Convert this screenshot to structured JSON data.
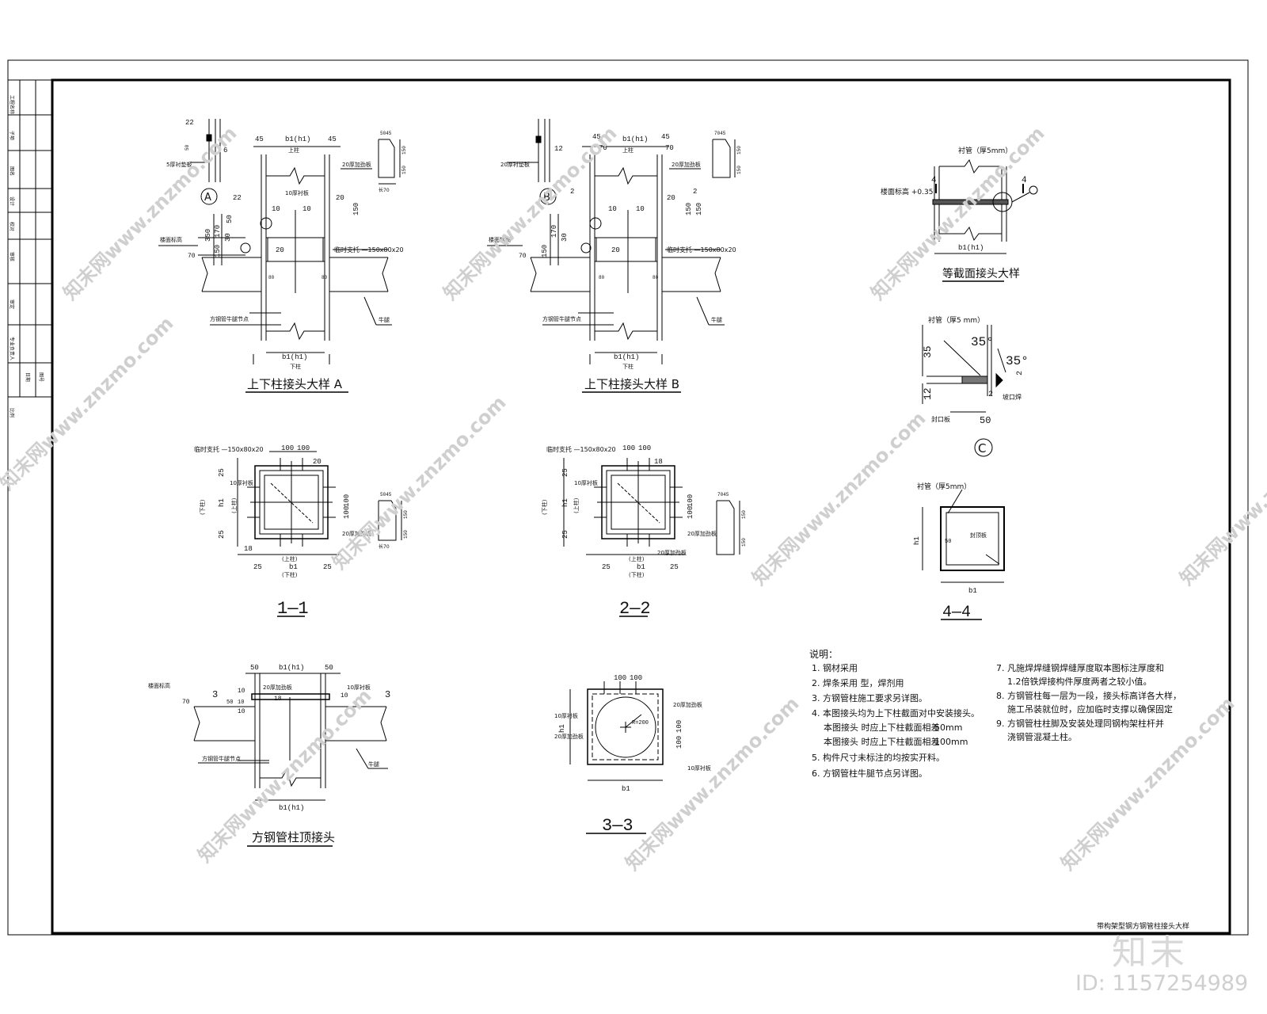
{
  "drawing": {
    "title_block": "带构架型钢方钢管柱接头大样",
    "detail_A": {
      "title": "上下柱接头大样    A",
      "bubble": "A",
      "top_label": "上柱",
      "bottom_label": "下柱",
      "dim_top": [
        "45",
        "b1(h1)",
        "45"
      ],
      "dim_bottom": "b1(h1)",
      "vert_dims": [
        "350",
        "170",
        "150",
        "150",
        "50",
        "30"
      ],
      "callouts": [
        "20厚加劲板",
        "10厚衬板",
        "临时支托 —150x80x20",
        "楼面标高",
        "方钢管牛腿节点",
        "牛腿"
      ],
      "weld_sizes": [
        "10",
        "10",
        "20",
        "20",
        "22",
        "80",
        "80",
        "70"
      ],
      "profile_dims": [
        "5045",
        "150",
        "150",
        "长70"
      ],
      "bubble_dims": [
        "22",
        "6",
        "50",
        "5厚衬垫板"
      ]
    },
    "detail_B": {
      "title": "上下柱接头大样    B",
      "bubble": "B",
      "top_label": "上柱",
      "bottom_label": "下柱",
      "dim_top": [
        "45",
        "70",
        "b1(h1)",
        "70",
        "45"
      ],
      "dim_bottom": "b1(h1)",
      "vert_dims": [
        "150",
        "170",
        "150",
        "150",
        "30"
      ],
      "callouts": [
        "20厚加劲板",
        "临时支托 —150x80x20",
        "楼面标高",
        "方钢管牛腿节点",
        "牛腿",
        "20厚衬垫板"
      ],
      "weld_sizes": [
        "10",
        "10",
        "20",
        "20",
        "12",
        "2",
        "2",
        "80",
        "80",
        "70"
      ],
      "profile_dims": [
        "7045",
        "150",
        "150"
      ]
    },
    "section_1": {
      "title": "1—1",
      "label_top": "临时支托 —150x80x20",
      "dims": [
        "100",
        "100",
        "20",
        "25",
        "h1",
        "25",
        "25",
        "b1",
        "25",
        "100",
        "100",
        "18"
      ],
      "callouts": [
        "10厚衬板",
        "20厚加劲板",
        "(下柱)",
        "(上柱)",
        "(上柱)",
        "(下柱)"
      ],
      "profile_dims": [
        "5045",
        "150",
        "150",
        "长70"
      ]
    },
    "section_2": {
      "title": "2—2",
      "label_top": "临时支托 —150x80x20",
      "dims": [
        "100",
        "100",
        "18",
        "25",
        "h1",
        "25",
        "25",
        "b1",
        "25",
        "100",
        "100"
      ],
      "callouts": [
        "10厚衬板",
        "20厚加劲板",
        "20厚加劲板",
        "(下柱)",
        "(上柱)",
        "(上柱)",
        "(下柱)"
      ],
      "profile_dims": [
        "7045",
        "150",
        "150"
      ]
    },
    "top_joint": {
      "title": "方钢管柱顶接头",
      "dims": [
        "50",
        "b1(h1)",
        "50",
        "b1(h1)"
      ],
      "callouts": [
        "楼面标高",
        "20厚加劲板",
        "10厚衬板",
        "方钢管牛腿节点",
        "牛腿"
      ],
      "weld_sizes": [
        "10",
        "10",
        "18",
        "10",
        "50",
        "10",
        "70"
      ],
      "section_mark": "3"
    },
    "section_3": {
      "title": "3—3",
      "dims": [
        "100",
        "100",
        "h1",
        "b1",
        "100",
        "100"
      ],
      "callouts": [
        "10厚衬板",
        "20厚加劲板",
        "10厚衬板",
        "20厚加劲板"
      ],
      "hole_label": "R=200"
    },
    "equal_section": {
      "title": "等截面接头大样",
      "liner": "衬管（厚5mm）",
      "elevation": "楼面标高 +0.35",
      "dim": "b1(h1)",
      "section_mark": "4"
    },
    "detail_C": {
      "bubble": "C",
      "liner": "衬管（厚5 mm）",
      "dims": [
        "35",
        "35°",
        "35°",
        "12",
        "2",
        "2",
        "50"
      ],
      "callouts": [
        "封口板",
        "坡口焊"
      ]
    },
    "section_4": {
      "title": "4—4",
      "liner": "衬管（厚5mm）",
      "dims": [
        "h1",
        "b1",
        "50"
      ],
      "callouts": [
        "封顶板"
      ]
    },
    "notes": {
      "heading": "说明：",
      "items": [
        "1. 钢材采用",
        "2. 焊条采用            型，焊剂用",
        "3. 方钢管柱施工要求另详图。",
        "4. 本图接头均为上下柱截面对中安装接头。",
        "本图接头  时应上下柱截面相差",
        "50mm",
        "本图接头  时应上下柱截面相差",
        "100mm",
        "5. 构件尺寸未标注的均按实开料。",
        "6. 方钢管柱牛腿节点另详图。",
        "7. 凡施焊焊缝钢焊缝厚度取本图标注厚度和",
        "1.2倍铁焊接构件厚度两者之较小值。",
        "8. 方钢管柱每一层为一段，接头标高详各大样，",
        "施工吊装就位时，应加临时支撑以确保固定",
        "9. 方钢管柱柱脚及安装处理同钢构架柱杆并",
        "浇钢管混凝土柱。"
      ]
    },
    "revision_block": [
      "工程名称",
      "子项",
      "图名",
      "设计",
      "校对",
      "审核",
      "审定",
      "专业负责人",
      "日期",
      "图号",
      "比例"
    ],
    "watermarks": [
      "知末网www.znzmo.com"
    ],
    "site_logo": "知末",
    "id_label": "ID: 1157254989"
  }
}
